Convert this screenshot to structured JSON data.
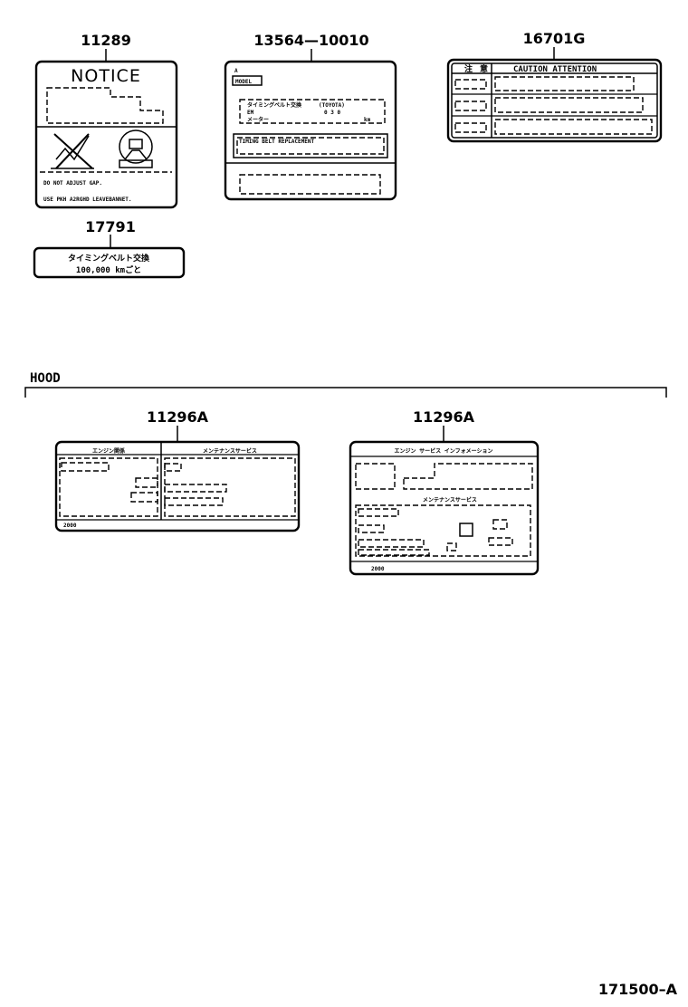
{
  "parts": {
    "p11289": "11289",
    "p13564": "13564—10010",
    "p16701": "16701G",
    "p17791": "17791",
    "p11296a_left": "11296A",
    "p11296a_right": "11296A"
  },
  "labels": {
    "notice_title": "NOTICE",
    "notice_line1": "DO NOT ADJUST GAP.",
    "notice_line2": "USE PKH A2RGHD LEAVEBANNET.",
    "emission_top": "A",
    "emission_box": "MODEL",
    "emission_sub1": "タイミングベルト交換",
    "emission_sub2": "(TOYOTA)",
    "emission_row1": "EM",
    "emission_row1b": "0   3   0",
    "emission_row2": "メーター",
    "emission_row2b": "km",
    "emission_belt": "TIMING BELT REPLACEMENT",
    "caution_col1": "注",
    "caution_col2": "意",
    "caution_title": "CAUTION  ATTENTION",
    "timing_line1": "タイミングベルト交換",
    "timing_line2": "100,000 kmごと",
    "hood": "HOOD",
    "left_header1": "エンジン関係",
    "left_header2": "メンテナンスサービス",
    "left_footer": "2000",
    "right_header": "エンジン サービス インフォメーション",
    "right_sub": "メンテナンスサービス",
    "right_footer": "2000",
    "figure_code": "171500–A"
  }
}
